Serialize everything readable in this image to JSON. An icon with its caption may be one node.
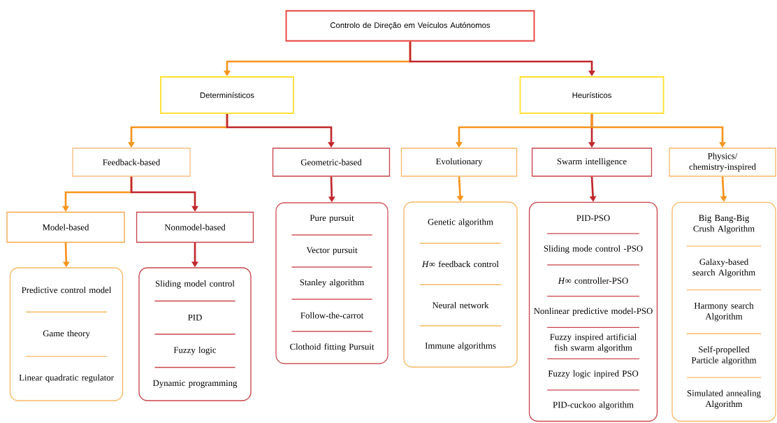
{
  "diagram": {
    "nodes": [
      {
        "text": [
          "Controlo de Direção em Veículos Autónomos"
        ]
      },
      {
        "text": [
          "Determinísticos"
        ]
      },
      {
        "text": [
          "Heurísticos"
        ]
      },
      {
        "text": [
          "Feedback-based"
        ]
      },
      {
        "text": [
          "Geometric-based"
        ]
      },
      {
        "text": [
          "Evolutionary"
        ]
      },
      {
        "text": [
          "Swarm intelligence"
        ]
      },
      {
        "text": [
          "Physics/ chemistry-inspired"
        ]
      },
      {
        "text": [
          "Model-based"
        ]
      },
      {
        "text": [
          "Nonmodel-based"
        ]
      },
      {
        "text": [
          "Pure pursuit",
          "Vector pursuit",
          "Stanley algorithm",
          "Follow-the-carrot",
          "Clothoid fitting Pursuit"
        ]
      },
      {
        "text": [
          "Genetic algorithm",
          "*H*∞ feedback control",
          "Neural network",
          "Immune algorithms"
        ]
      },
      {
        "text": [
          "PID-PSO",
          "Sliding mode control -PSO",
          "*H*∞ controller-PSO",
          "Nonlinear predictive model-PSO",
          "Fuzzy inspired artificial fish swarm algorithm",
          "Fuzzy logic inpired PSO",
          "PID-cuckoo algorithm"
        ]
      },
      {
        "text": [
          "Big Bang-Big Crush Algorithm",
          "Galaxy-based search Algorithm",
          "Harmony search Algorithm",
          "Self-propelled Particle algorithm",
          "Simulated annealing Algorithm"
        ]
      },
      {
        "text": [
          "Predictive control model",
          "Game theory",
          "Linear quadratic regulator"
        ]
      },
      {
        "text": [
          "Sliding model control",
          "PID",
          "Fuzzy logic",
          "Dynamic programming"
        ]
      }
    ],
    "edges": [
      {
        "from": 0,
        "to": 1,
        "arrow": "to",
        "color": "#f7941d"
      },
      {
        "from": 0,
        "to": 2,
        "arrow": "to",
        "color": "#c1272d"
      },
      {
        "from": 1,
        "to": 3,
        "arrow": "to",
        "color": "#f7941d"
      },
      {
        "from": 1,
        "to": 4,
        "arrow": "to",
        "color": "#c1272d"
      },
      {
        "from": 2,
        "to": 5,
        "arrow": "to",
        "color": "#f7941d"
      },
      {
        "from": 2,
        "to": 6,
        "arrow": "to",
        "color": "#c1272d"
      },
      {
        "from": 2,
        "to": 7,
        "arrow": "to",
        "color": "#f7941d"
      },
      {
        "from": 3,
        "to": 8,
        "arrow": "to",
        "color": "#f7941d"
      },
      {
        "from": 3,
        "to": 9,
        "arrow": "to",
        "color": "#c1272d"
      },
      {
        "from": 4,
        "to": 10,
        "arrow": "to",
        "color": "#c1272d"
      },
      {
        "from": 5,
        "to": 11,
        "arrow": "to",
        "color": "#f7941d"
      },
      {
        "from": 6,
        "to": 12,
        "arrow": "to",
        "color": "#c1272d"
      },
      {
        "from": 7,
        "to": 13,
        "arrow": "to",
        "color": "#f7941d"
      },
      {
        "from": 8,
        "to": 14,
        "arrow": "to",
        "color": "#f7941d"
      },
      {
        "from": 9,
        "to": 15,
        "arrow": "to",
        "color": "#c1272d"
      }
    ]
  }
}
